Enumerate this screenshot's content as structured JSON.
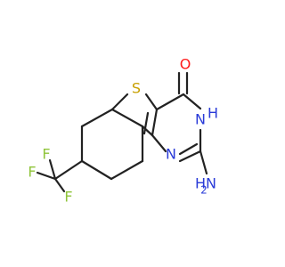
{
  "molecule": {
    "atoms": {
      "sulfur": "S",
      "oxygen": "O",
      "nh_n": "N",
      "nh_h": "H",
      "ring_n": "N",
      "amine_h": "H",
      "amine_n": "N",
      "amine_sub": "2",
      "fluorine_left": "F",
      "fluorine_top": "F",
      "fluorine_bottom": "F"
    },
    "colors": {
      "sulfur": "#c8a000",
      "oxygen": "#ff1a1a",
      "nitrogen": "#2a3bd8",
      "fluorine": "#8fc43a",
      "bond": "#222222"
    }
  }
}
